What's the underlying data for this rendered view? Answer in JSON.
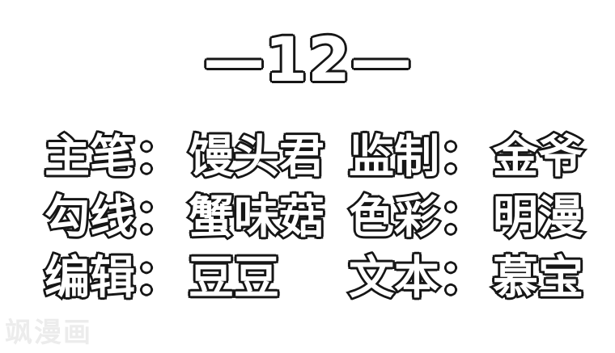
{
  "page": {
    "background_color": "#ffffff",
    "text_fill_color": "#ffffff",
    "text_outline_color": "#161616"
  },
  "title": {
    "text": "—12—"
  },
  "credits": [
    {
      "role": "主笔：",
      "name": "馒头君"
    },
    {
      "role": "监制：",
      "name": "金爷"
    },
    {
      "role": "勾线：",
      "name": "蟹味菇"
    },
    {
      "role": "色彩：",
      "name": "明漫"
    },
    {
      "role": "编辑：",
      "name": "豆豆"
    },
    {
      "role": "文本：",
      "name": "慕宝"
    }
  ],
  "watermark": {
    "text": "飒漫画",
    "color": "#ececec"
  }
}
